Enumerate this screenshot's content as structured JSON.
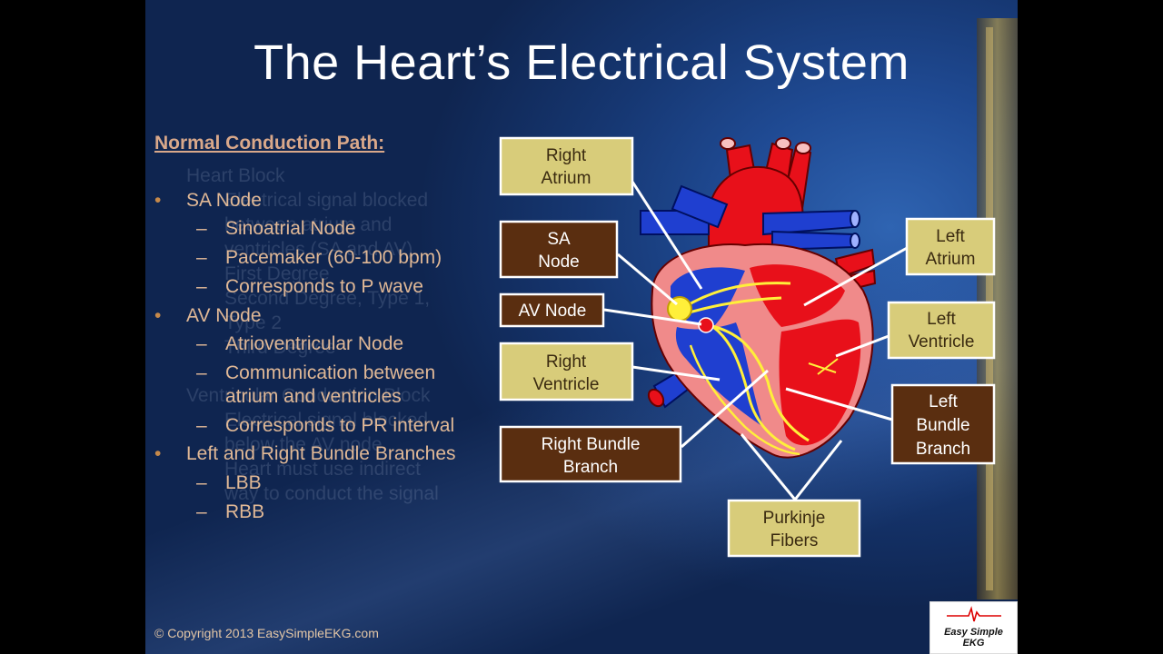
{
  "title": "The Heart’s Electrical System",
  "section_heading": "Normal Conduction Path:",
  "bullets": {
    "sa_node": "SA Node",
    "sa_sub1": "Sinoatrial Node",
    "sa_sub2": "Pacemaker (60-100 bpm)",
    "sa_sub3": "Corresponds to P wave",
    "av_node": "AV Node",
    "av_sub1": "Atrioventricular Node",
    "av_sub2a": "Communication between",
    "av_sub2b": "atrium and ventricles",
    "av_sub3": "Corresponds to PR interval",
    "bundle": "Left and Right Bundle Branches",
    "bundle_sub1": "LBB",
    "bundle_sub2": "RBB"
  },
  "ghost_text": [
    "Heart Block",
    "Electrical signal blocked",
    "between atrium and",
    "ventricles (SA and AV)",
    "First Degree",
    "Second Degree, Type 1,",
    "Type 2",
    "Third Degree",
    "Ventricular Conduction Block",
    "Electrical signal blocked",
    "below the AV node",
    "Heart must use indirect",
    "way to conduct the signal"
  ],
  "labels": {
    "right_atrium": [
      "Right",
      "Atrium"
    ],
    "sa_node": [
      "SA",
      "Node"
    ],
    "av_node": [
      "AV Node"
    ],
    "right_ventricle": [
      "Right",
      "Ventricle"
    ],
    "right_bundle": [
      "Right Bundle",
      "Branch"
    ],
    "purkinje": [
      "Purkinje",
      "Fibers"
    ],
    "left_atrium": [
      "Left",
      "Atrium"
    ],
    "left_ventricle": [
      "Left",
      "Ventricle"
    ],
    "left_bundle": [
      "Left",
      "Bundle",
      "Branch"
    ]
  },
  "copyright": "© Copyright  2013 EasySimpleEKG.com",
  "logo": {
    "line1": "Easy Simple",
    "line2": "EKG"
  },
  "colors": {
    "label_tan": "#d8cc7a",
    "label_brown": "#5a2e10",
    "heart_red": "#e8101a",
    "vessel_blue": "#1f3fd0",
    "conduction_yellow": "#ffef3a"
  }
}
